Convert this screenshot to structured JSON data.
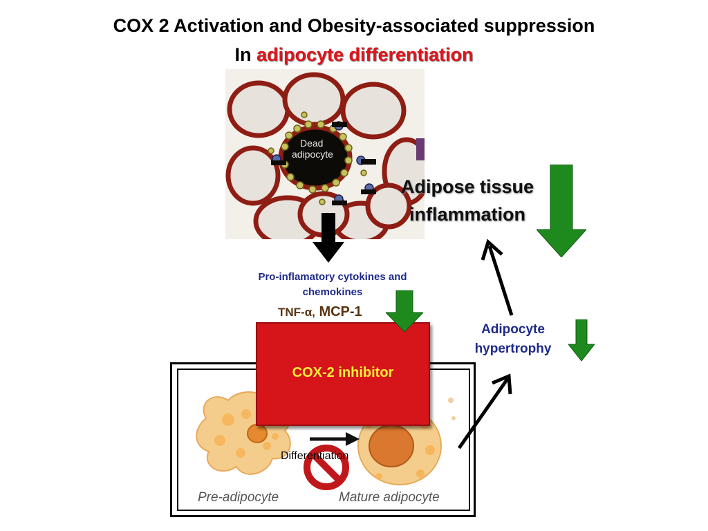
{
  "title": {
    "line1": "COX 2 Activation and Obesity-associated suppression",
    "line2_prefix": "In ",
    "line2_highlight": "adipocyte differentiation"
  },
  "tissue_image": {
    "dead_cell_line1": "Dead",
    "dead_cell_line2": "adipocyte"
  },
  "adipose_inflammation": {
    "line1": "Adipose tissue",
    "line2": "inflammation"
  },
  "cytokines": {
    "line1": "Pro-inflamatory cytokines and",
    "line2": "chemokines",
    "tnf": "TNF-α,",
    "mcp": " MCP-1"
  },
  "hypertrophy": {
    "line1": "Adipocyte",
    "line2": "hypertrophy"
  },
  "inhibitor": {
    "label": "COX-2 inhibitor"
  },
  "differentiation": {
    "label": "Differentiation",
    "pre_label": "Pre-adipocyte",
    "mature_label": "Mature adipocyte"
  },
  "colors": {
    "title_highlight": "#e0141b",
    "inhibitor_box": "#d51519",
    "inhibitor_text": "#ffef3a",
    "decrease_arrow": "#1e8a1e",
    "cytokine_text": "#1f2a8c"
  },
  "icons": [
    "down-arrow-black-icon",
    "down-arrow-green-icon",
    "up-arrow-black-icon",
    "no-symbol-icon",
    "right-arrow-icon"
  ]
}
